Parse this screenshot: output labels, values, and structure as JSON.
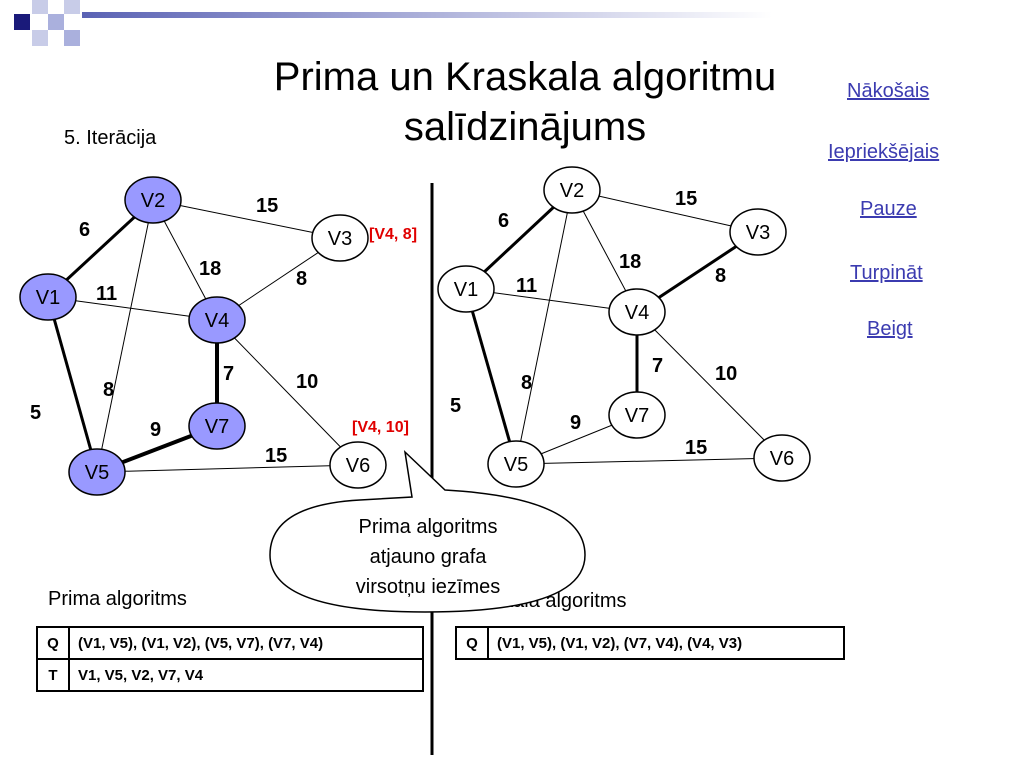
{
  "title_line1": "Prima un Kraskala algoritmu",
  "title_line2": "salīdzinājums",
  "iteration": "5. Iterācija",
  "nav": {
    "next": "Nākošais",
    "prev": "Iepriekšējais",
    "pause": "Pauze ",
    "continue": "Turpināt ",
    "end": "Beigt"
  },
  "left_graph": {
    "nodes": [
      "V1",
      "V2",
      "V3",
      "V4",
      "V5",
      "V6",
      "V7"
    ],
    "edge_weights": {
      "v1v2": "6",
      "v2v3": "15",
      "v1v4": "11",
      "v2v4": "18",
      "v3v4": "8",
      "v2v5": "8",
      "v1v5": "5",
      "v4v7": "7",
      "v4v6": "10",
      "v5v7": "9",
      "v5v6": "15"
    },
    "tag_v3": "[V4, 8]",
    "tag_v6": "[V4, 10]"
  },
  "right_graph": {
    "nodes": [
      "V1",
      "V2",
      "V3",
      "V4",
      "V5",
      "V6",
      "V7"
    ],
    "edge_weights": {
      "v1v2": "6",
      "v2v3": "15",
      "v1v4": "11",
      "v2v4": "18",
      "v3v4": "8",
      "v2v5": "8",
      "v1v5": "5",
      "v4v7": "7",
      "v4v6": "10",
      "v5v7": "9",
      "v5v6": "15"
    }
  },
  "callout": [
    "Prima algoritms",
    "atjauno grafa",
    "virsotņu iezīmes"
  ],
  "prim": {
    "heading": "Prima algoritms",
    "q_key": "Q",
    "q_value": "(V1, V5), (V1, V2), (V5, V7), (V7, V4)",
    "t_key": "T",
    "t_value": "V1, V5, V2, V7, V4"
  },
  "kruskal": {
    "heading": "Kraskala algoritms",
    "q_key": "Q",
    "q_value": "(V1, V5), (V1, V2), (V7, V4), (V4, V3)"
  },
  "colors": {
    "visited_node": "#9999ff",
    "link": "#3b3bb0",
    "tag": "#e00000",
    "deco_dark": "#1a1a7a",
    "deco_light": "#aab0dd"
  }
}
